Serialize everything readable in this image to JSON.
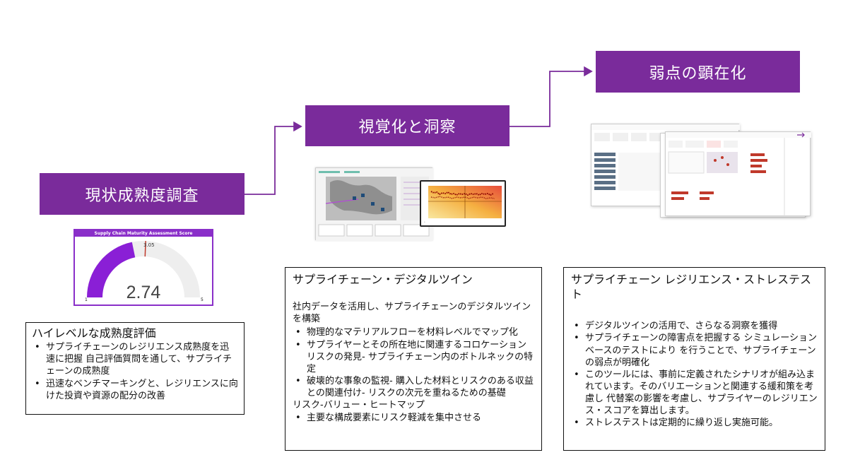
{
  "stages": [
    {
      "label": "現状成熟度調査"
    },
    {
      "label": "視覚化と洞察"
    },
    {
      "label": "弱点の顕在化"
    }
  ],
  "gauge": {
    "title": "Supply Chain Maturity Assessment Score",
    "value": "2.74",
    "target": "3.05",
    "min": "1",
    "max": "5",
    "fill_fraction": 0.435,
    "colors": {
      "fill": "#8a1fd6",
      "track": "#eeeeee",
      "target": "#c0392b"
    }
  },
  "box1": {
    "title": "ハイレベルな成熟度評価",
    "bullets": [
      "サプライチェーンのレジリエンス成熟度を迅速に把握 自己評価質問を通して、サプライチェーンの成熟度",
      "迅速なベンチマーキングと、レジリエンスに向けた投資や資源の配分の改善"
    ]
  },
  "box2": {
    "title": "サプライチェーン・デジタルツイン",
    "intro": "社内データを活用し、サプライチェーンのデジタルツインを構築",
    "bullets": [
      "物理的なマテリアルフローを材料レベルでマップ化",
      "サプライヤーとその所在地に関連するコロケーションリスクの発見- サプライチェーン内のボトルネックの特定",
      "破壊的な事象の監視- 購入した材料とリスクのある収益との関連付け- リスクの次元を重ねるための基礎"
    ],
    "subhead": "リスク-バリュー・ヒートマップ",
    "bullets2": [
      "主要な構成要素にリスク軽減を集中させる"
    ]
  },
  "box3": {
    "title": "サプライチェーン レジリエンス・ストレステスト",
    "bullets": [
      "デジタルツインの活用で、さらなる洞察を獲得",
      "サプライチェーンの障害点を把握する シミュレーションベースのテストにより を行うことで、サプライチェーンの弱点が明確化",
      "このツールには、事前に定義されたシナリオが組み込まれています。そのバリエーションと関連する緩和策を考慮し 代替案の影響を考慮し、サプライヤーのレジリエンス・スコアを算出します。",
      "ストレステストは定期的に繰り返し実施可能。"
    ]
  },
  "colors": {
    "stage": "#7a2b9b",
    "arrow": "#7a2b9b",
    "border": "#111111"
  },
  "icons": [
    "arrow-connector-icon",
    "world-map-thumbnail",
    "heatmap-thumbnail",
    "dashboard-thumbnail"
  ]
}
